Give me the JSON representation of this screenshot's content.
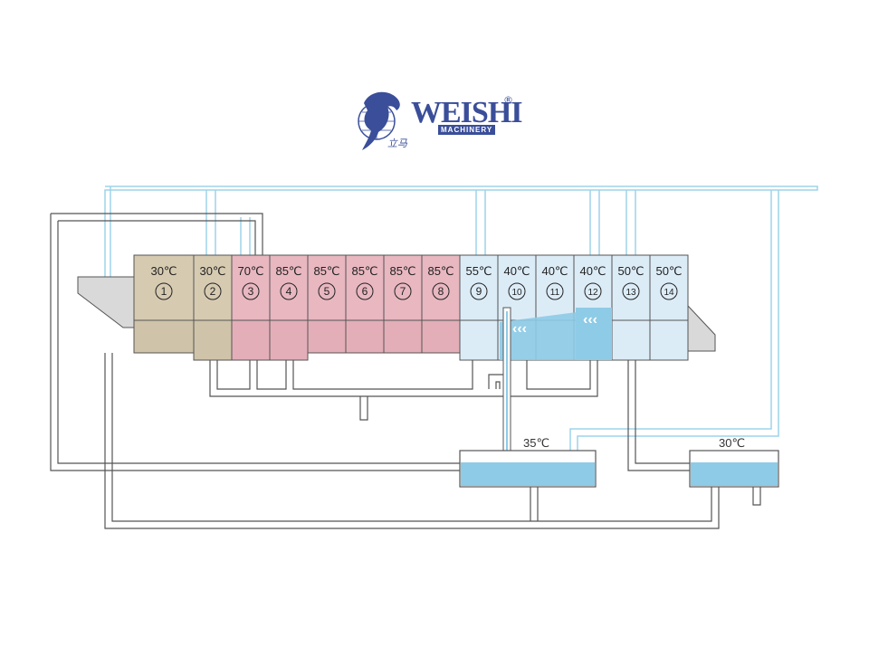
{
  "brand": {
    "name": "WEISHI",
    "registered_mark": "®",
    "subtitle": "MACHINERY",
    "chinese_mark": "立马"
  },
  "chambers": [
    {
      "num": "1",
      "temp": "30℃",
      "group": "tan"
    },
    {
      "num": "2",
      "temp": "30℃",
      "group": "tan"
    },
    {
      "num": "3",
      "temp": "70℃",
      "group": "pink"
    },
    {
      "num": "4",
      "temp": "85℃",
      "group": "pink"
    },
    {
      "num": "5",
      "temp": "85℃",
      "group": "pink"
    },
    {
      "num": "6",
      "temp": "85℃",
      "group": "pink"
    },
    {
      "num": "7",
      "temp": "85℃",
      "group": "pink"
    },
    {
      "num": "8",
      "temp": "85℃",
      "group": "pink"
    },
    {
      "num": "9",
      "temp": "55℃",
      "group": "blue"
    },
    {
      "num": "10",
      "temp": "40℃",
      "group": "blue"
    },
    {
      "num": "11",
      "temp": "40℃",
      "group": "blue"
    },
    {
      "num": "12",
      "temp": "40℃",
      "group": "blue"
    },
    {
      "num": "13",
      "temp": "50℃",
      "group": "blue"
    },
    {
      "num": "14",
      "temp": "50℃",
      "group": "blue"
    }
  ],
  "tanks": [
    {
      "id": "tank-a",
      "temp": "35℃"
    },
    {
      "id": "tank-b",
      "temp": "30℃"
    }
  ],
  "flow_arrows": [
    "‹‹‹",
    "‹‹‹"
  ],
  "colors": {
    "tan_top": "#d6cab1",
    "tan_bottom": "#cfc3a9",
    "pink_top": "#e8b7c0",
    "pink_bottom": "#e3aeb8",
    "blue_light": "#dcecf7",
    "blue_water": "#8ecbe6",
    "pipe_dark": "#555555",
    "pipe_blue": "#9ed3ea",
    "hopper": "#d9d9d9",
    "brand": "#3a4e9a"
  }
}
